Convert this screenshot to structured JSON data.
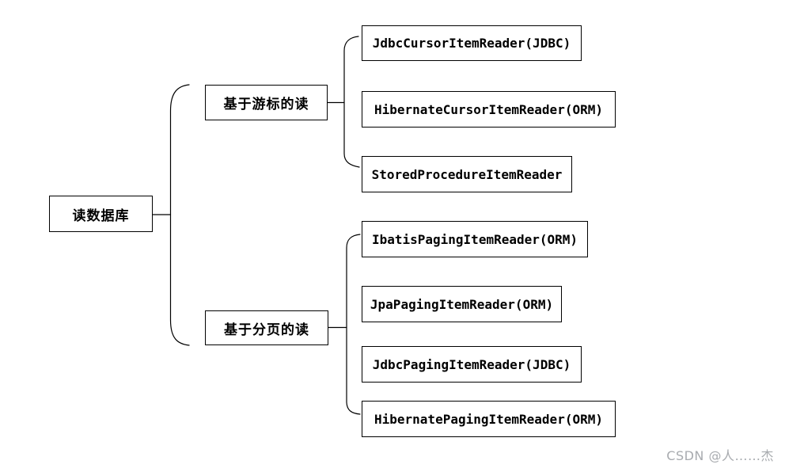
{
  "diagram": {
    "root": {
      "label": "读数据库"
    },
    "branches": [
      {
        "label": "基于游标的读",
        "children": [
          {
            "label": "JdbcCursorItemReader(JDBC)"
          },
          {
            "label": "HibernateCursorItemReader(ORM)"
          },
          {
            "label": "StoredProcedureItemReader"
          }
        ]
      },
      {
        "label": "基于分页的读",
        "children": [
          {
            "label": "IbatisPagingItemReader(ORM)"
          },
          {
            "label": "JpaPagingItemReader(ORM)"
          },
          {
            "label": "JdbcPagingItemReader(JDBC)"
          },
          {
            "label": "HibernatePagingItemReader(ORM)"
          }
        ]
      }
    ]
  },
  "colors": {
    "line": "#000000",
    "background": "#ffffff",
    "watermark": "#a8abaf"
  },
  "watermark": {
    "text": "CSDN @人……杰"
  }
}
